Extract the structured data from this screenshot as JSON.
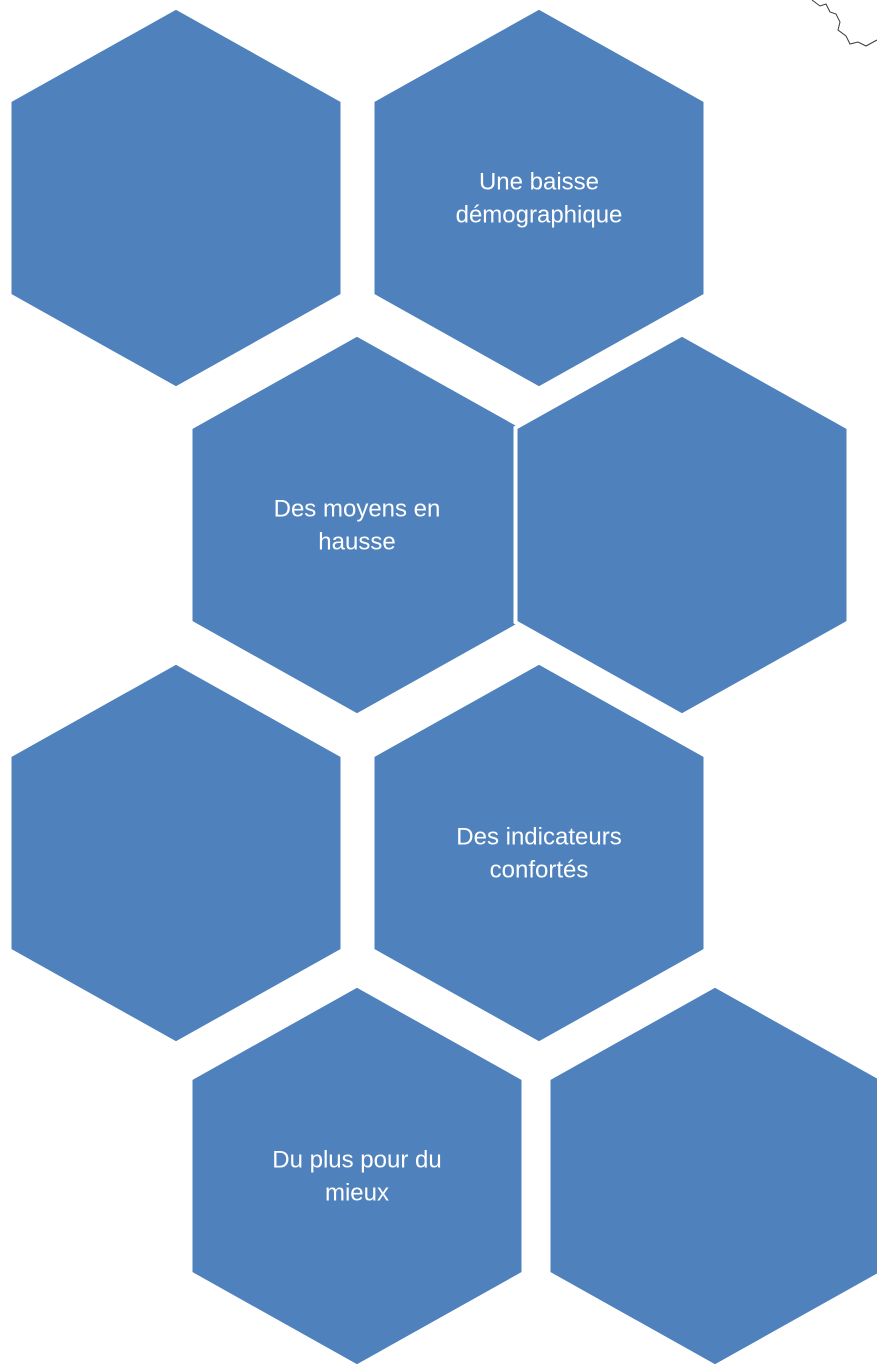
{
  "colors": {
    "hex_fill": "#4f81bd",
    "label_color": "#ffffff",
    "background": "#ffffff"
  },
  "hexagons": [
    {
      "label_lines": []
    },
    {
      "label_lines": [
        "Une baisse",
        "démographique"
      ]
    },
    {
      "label_lines": [
        "Des moyens en",
        "hausse"
      ]
    },
    {
      "label_lines": []
    },
    {
      "label_lines": []
    },
    {
      "label_lines": [
        "Des indicateurs",
        "confortés"
      ]
    },
    {
      "label_lines": [
        "Du plus pour du",
        "mieux"
      ]
    },
    {
      "label_lines": []
    }
  ]
}
